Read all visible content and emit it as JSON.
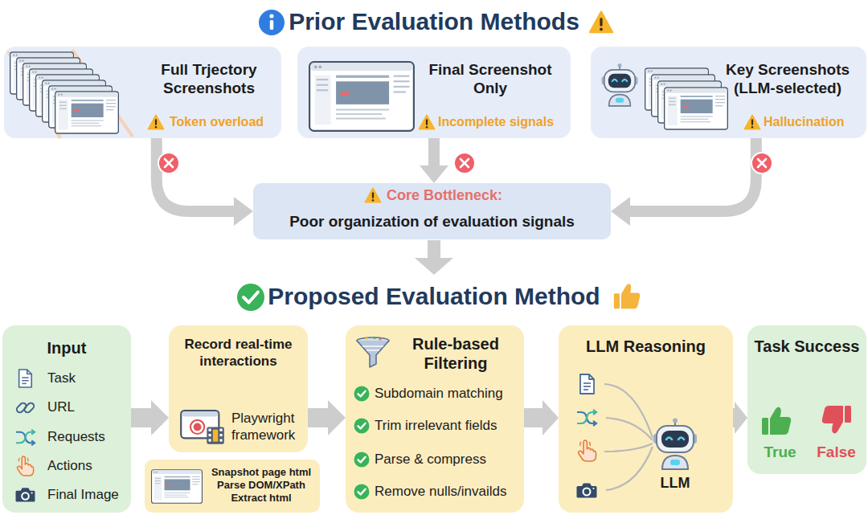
{
  "diagram": {
    "title": "Prior Evaluation Methods",
    "nodes": [
      {
        "text": [
          "Full Trjectory Screenshots",
          "Token overload"
        ]
      },
      {
        "text": [
          "Final Screenshot Only",
          "Incomplete signals"
        ]
      },
      {
        "text": [
          "Key Screenshots (LLM-selected)",
          "Hallucination"
        ]
      },
      {
        "text": [
          "Core Bottleneck:",
          "Poor organization of evaluation signals"
        ]
      },
      {
        "text": [
          "Input",
          "Task",
          "URL",
          "Requests",
          "Actions",
          "Final Image"
        ]
      },
      {
        "text": [
          "Record real-time interactions",
          "Playwright framework"
        ]
      },
      {
        "text": [
          "Snapshot page html Parse DOM/XPath Extract html"
        ]
      },
      {
        "text": [
          "Rule-based Filtering",
          "Subdomain matching",
          "Trim irrelevant fields",
          "Parse & compress",
          "Remove nulls/invailds"
        ]
      },
      {
        "text": [
          "LLM Reasoning",
          "LLM"
        ]
      },
      {
        "text": [
          "Task Success",
          "True",
          "False"
        ]
      }
    ],
    "edges": [
      {
        "from": 0,
        "to": 3,
        "arrow": "to"
      },
      {
        "from": 1,
        "to": 3,
        "arrow": "to"
      },
      {
        "from": 2,
        "to": 3,
        "arrow": "to"
      },
      {
        "from": 4,
        "to": 5,
        "arrow": "to"
      },
      {
        "from": 5,
        "to": 7,
        "arrow": "to"
      },
      {
        "from": 7,
        "to": 8,
        "arrow": "to"
      },
      {
        "from": 8,
        "to": 9,
        "arrow": "to"
      }
    ],
    "labels": [
      "Proposed Evaluation Method"
    ]
  }
}
